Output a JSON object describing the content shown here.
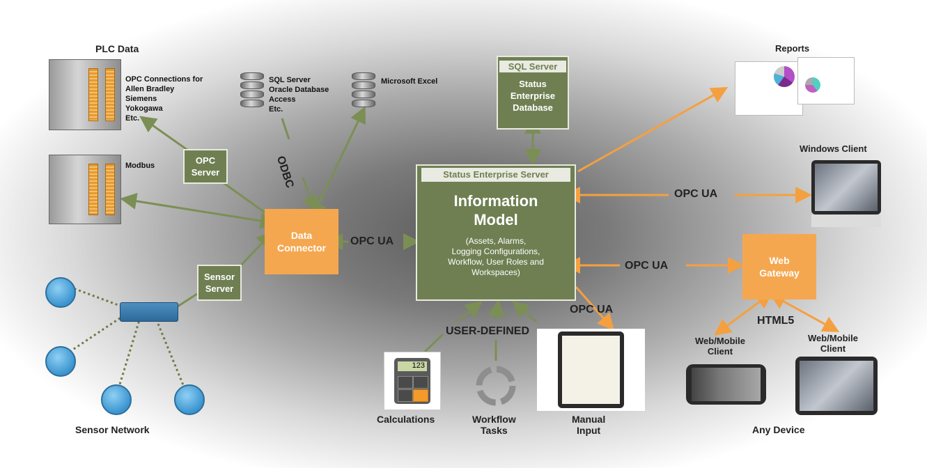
{
  "plc": {
    "title": "PLC Data",
    "opc_connections": [
      "OPC Connections for",
      "Allen Bradley",
      "Siemens",
      "Yokogawa",
      "Etc."
    ],
    "modbus": "Modbus"
  },
  "databases": {
    "sql_list": [
      "SQL Server",
      "Oracle Database",
      "Access",
      "Etc."
    ],
    "excel": "Microsoft Excel",
    "odbc": "ODBC"
  },
  "opc_server": [
    "OPC",
    "Server"
  ],
  "sensor_server": [
    "Sensor",
    "Server"
  ],
  "sensor_network": "Sensor Network",
  "data_connector": [
    "Data",
    "Connector"
  ],
  "opc_ua_label": "OPC UA",
  "sql_server": {
    "header": "SQL Server",
    "body": [
      "Status",
      "Enterprise",
      "Database"
    ]
  },
  "enterprise_server": {
    "header": "Status Enterprise Server",
    "title": [
      "Information",
      "Model"
    ],
    "desc": [
      "(Assets, Alarms,",
      "Logging Configurations,",
      "Workflow, User Roles and",
      "Workspaces)"
    ]
  },
  "reports": "Reports",
  "windows_client": "Windows Client",
  "web_gateway": [
    "Web",
    "Gateway"
  ],
  "html5": "HTML5",
  "web_mobile_client": [
    "Web/Mobile",
    "Client"
  ],
  "any_device": "Any Device",
  "user_defined": "USER-DEFINED",
  "calculations": "Calculations",
  "calc_display": "123",
  "workflow_tasks": [
    "Workflow",
    "Tasks"
  ],
  "manual_input": [
    "Manual",
    "Input"
  ],
  "colors": {
    "green_box": "#6f7f52",
    "orange_box": "#f5a750",
    "orange_arrow": "#f5a040",
    "green_arrow": "#7b8f55"
  }
}
